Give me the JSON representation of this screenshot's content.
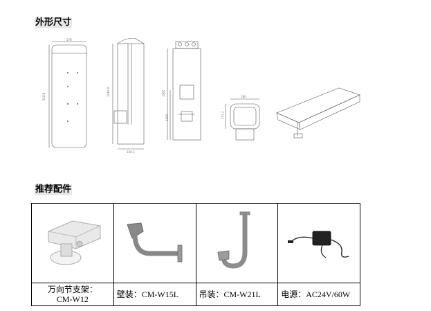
{
  "section_outline": {
    "title": "外形尺寸"
  },
  "drawings": {
    "view1": {
      "top_dim": "178",
      "height_dim": "818.8"
    },
    "view2": {
      "height_dim": "1046.8",
      "width_dim": "230.3"
    },
    "view3": {
      "height_dim": "1060",
      "lower_dim": "2200"
    },
    "view4": {
      "top_dim": "180",
      "height_dim": "141.2"
    }
  },
  "section_accessories": {
    "title": "推荐配件",
    "items": [
      {
        "caption_line1": "万向节支架：",
        "caption_line2": "CM-W12",
        "icon": "gimbal-bracket"
      },
      {
        "caption": "壁装：CM-W15L",
        "icon": "wall-mount-bracket"
      },
      {
        "caption": "吊装：CM-W21L",
        "icon": "pendant-mount-bracket"
      },
      {
        "caption": "电源：AC24V/60W",
        "icon": "power-adapter"
      }
    ]
  }
}
